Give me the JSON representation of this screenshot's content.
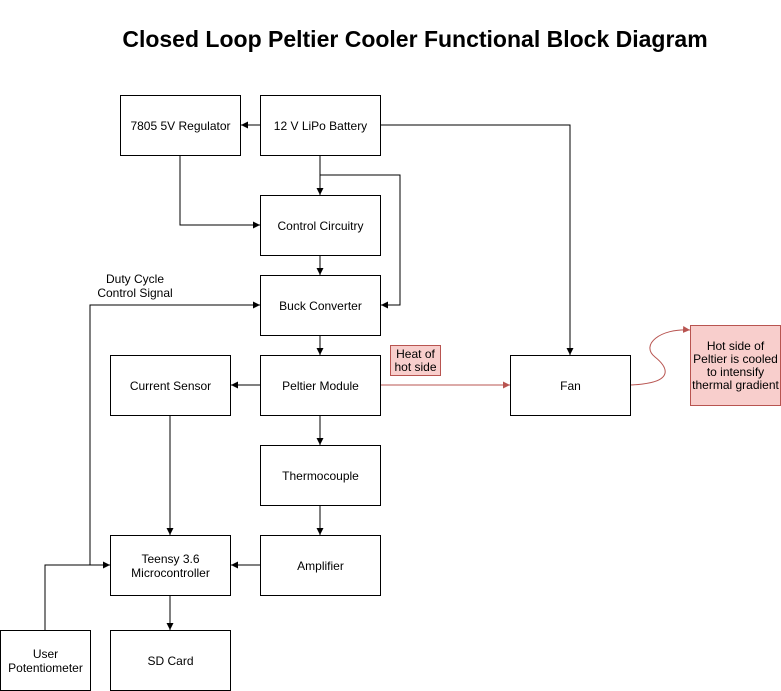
{
  "title": "Closed Loop Peltier Cooler Functional Block Diagram",
  "blocks": {
    "regulator": "7805 5V Regulator",
    "battery": "12 V LiPo Battery",
    "control": "Control Circuitry",
    "buck": "Buck Converter",
    "current_sensor": "Current Sensor",
    "peltier": "Peltier Module",
    "fan": "Fan",
    "thermocouple": "Thermocouple",
    "teensy": "Teensy 3.6\nMicrocontroller",
    "amplifier": "Amplifier",
    "potentiometer": "User\nPotentiometer",
    "sd_card": "SD Card"
  },
  "labels": {
    "duty_cycle": "Duty Cycle\nControl Signal",
    "heat": "Heat of\nhot side",
    "hot_side_note": "Hot side of\nPeltier is cooled\nto intensify\nthermal gradient"
  },
  "colors": {
    "line": "#000000",
    "heat_line": "#b85450",
    "note_fill": "#f8cecc"
  }
}
